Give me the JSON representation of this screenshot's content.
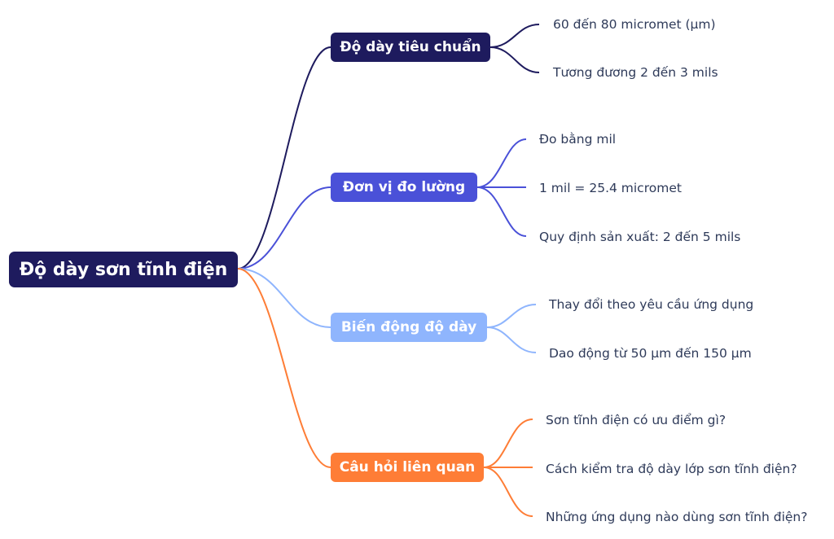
{
  "mindmap": {
    "root": {
      "label": "Độ dày sơn tĩnh điện",
      "color": "#1e1b5e"
    },
    "branches": [
      {
        "label": "Độ dày tiêu chuẩn",
        "color": "#1e1b5e",
        "children": [
          "60 đến 80 micromet (µm)",
          "Tương đương 2 đến 3 mils"
        ]
      },
      {
        "label": "Đơn vị đo lường",
        "color": "#4a51d8",
        "children": [
          "Đo bằng mil",
          "1 mil = 25.4 micromet",
          "Quy định sản xuất: 2 đến 5 mils"
        ]
      },
      {
        "label": "Biến động độ dày",
        "color": "#8fb5fd",
        "children": [
          "Thay đổi theo yêu cầu ứng dụng",
          "Dao động từ 50 µm đến 150 µm"
        ]
      },
      {
        "label": "Câu hỏi liên quan",
        "color": "#fe7d36",
        "children": [
          "Sơn tĩnh điện có ưu điểm gì?",
          "Cách kiểm tra độ dày lớp sơn tĩnh điện?",
          "Những ứng dụng nào dùng sơn tĩnh điện?"
        ]
      }
    ]
  }
}
